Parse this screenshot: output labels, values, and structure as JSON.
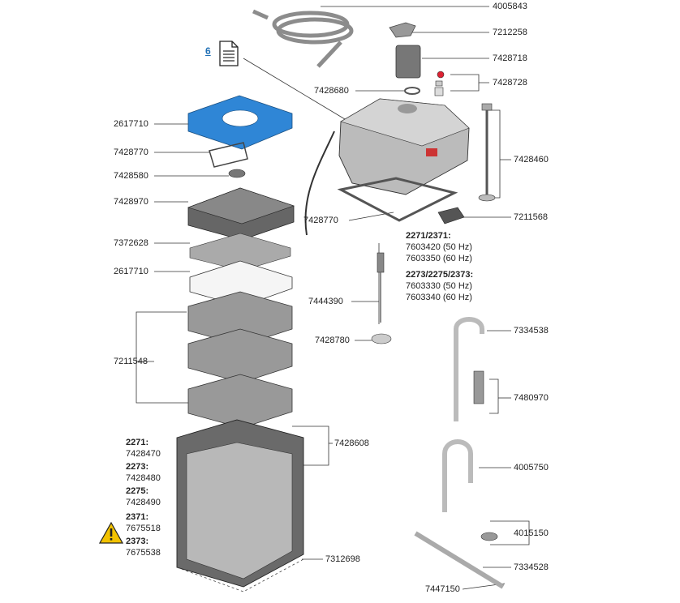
{
  "doc_link": {
    "number": "6"
  },
  "parts": {
    "p4005843": "4005843",
    "p7212258": "7212258",
    "p7428718": "7428718",
    "p7428728": "7428728",
    "p7428680": "7428680",
    "p7428460": "7428460",
    "p7211568": "7211568",
    "p7428770b": "7428770",
    "p2617710a": "2617710",
    "p7428770a": "7428770",
    "p7428580": "7428580",
    "p7428970": "7428970",
    "p7372628": "7372628",
    "p2617710b": "2617710",
    "p7444390": "7444390",
    "p7428780": "7428780",
    "p7211548": "7211548",
    "p7428608": "7428608",
    "p7334538": "7334538",
    "p7480970": "7480970",
    "p4005750": "4005750",
    "p4015150": "4015150",
    "p7334528": "7334528",
    "p7312698": "7312698",
    "p7447150": "7447150"
  },
  "motor": {
    "header_a": "2271/2371:",
    "a1": "7603420 (50 Hz)",
    "a2": "7603350 (60 Hz)",
    "header_b": "2273/2275/2373:",
    "b1": "7603330 (50 Hz)",
    "b2": "7603340 (60 Hz)"
  },
  "canister": {
    "m1": "2271:",
    "v1": "7428470",
    "m2": "2273:",
    "v2": "7428480",
    "m3": "2275:",
    "v3": "7428490",
    "m4": "2371:",
    "v4": "7675518",
    "m5": "2373:",
    "v5": "7675538"
  },
  "colors": {
    "accent_blue": "#2f86d6",
    "link_blue": "#1f6fb5",
    "warning_yellow": "#f2c200"
  },
  "icons": {
    "document": "document-icon",
    "warning": "warning-triangle-icon"
  }
}
